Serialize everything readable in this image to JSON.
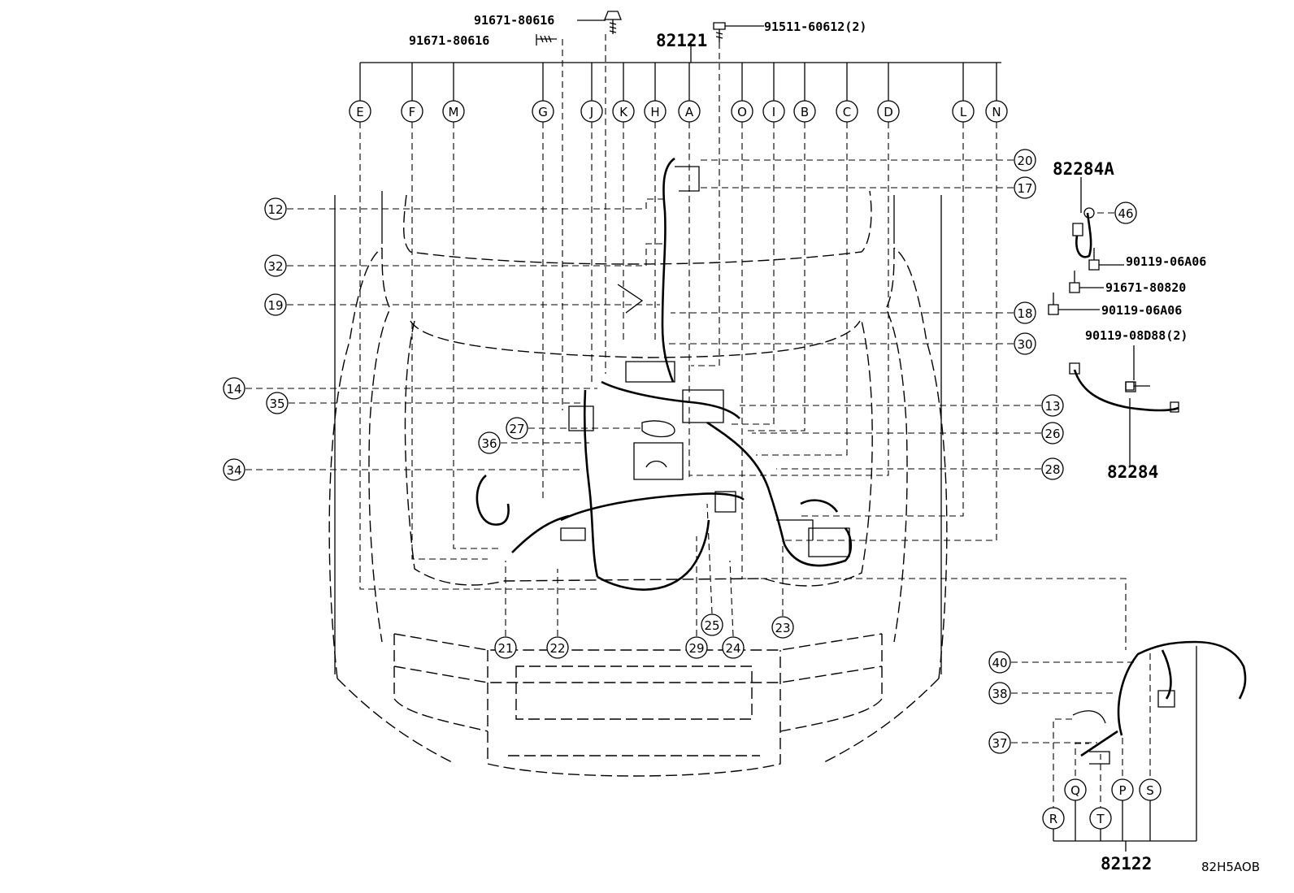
{
  "figure_code": "82H5AOB",
  "assemblies": {
    "main_harness": "82121",
    "rear_harness": "82122",
    "wire_82284": "82284",
    "wire_82284a": "82284A"
  },
  "fasteners": {
    "clip_top_a": "91671-80616",
    "clip_top_b": "91671-80616",
    "bolt_top": "91511-60612(2)",
    "bolt_right_1": "90119-06A06",
    "bolt_right_2": "91671-80820",
    "bolt_right_3": "90119-06A06",
    "bolt_right_4": "90119-08D88(2)"
  },
  "letter_callouts": [
    "E",
    "F",
    "M",
    "G",
    "J",
    "K",
    "H",
    "A",
    "O",
    "I",
    "B",
    "C",
    "D",
    "L",
    "N"
  ],
  "rear_letter_callouts": {
    "Q": "Q",
    "P": "P",
    "S": "S",
    "R": "R",
    "T": "T"
  },
  "numbers": {
    "n12": "12",
    "n32": "32",
    "n19": "19",
    "n14": "14",
    "n35": "35",
    "n27": "27",
    "n36": "36",
    "n34": "34",
    "n20": "20",
    "n17": "17",
    "n18": "18",
    "n30": "30",
    "n13": "13",
    "n26": "26",
    "n28": "28",
    "n46": "46",
    "n21": "21",
    "n22": "22",
    "n29": "29",
    "n25": "25",
    "n24": "24",
    "n23": "23",
    "n40": "40",
    "n38": "38",
    "n37": "37"
  }
}
